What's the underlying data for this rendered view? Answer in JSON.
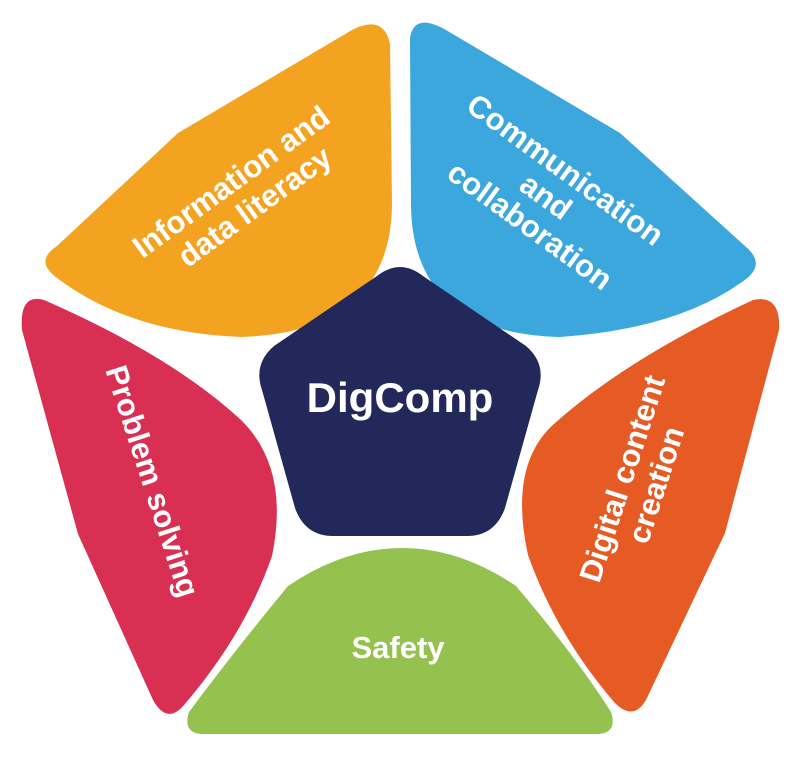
{
  "diagram": {
    "center": {
      "label": "DigComp",
      "color": "#22285a"
    },
    "segments": [
      {
        "id": "information",
        "lines": [
          "Information and",
          "data literacy"
        ],
        "color": "#f4a321"
      },
      {
        "id": "communication",
        "lines": [
          "Communication",
          "and",
          "collaboration"
        ],
        "color": "#3ba7dd"
      },
      {
        "id": "content",
        "lines": [
          "Digital content",
          "creation"
        ],
        "color": "#e65a24"
      },
      {
        "id": "safety",
        "lines": [
          "Safety"
        ],
        "color": "#95c24f"
      },
      {
        "id": "problem",
        "lines": [
          "Problem solving"
        ],
        "color": "#d92f53"
      }
    ]
  }
}
